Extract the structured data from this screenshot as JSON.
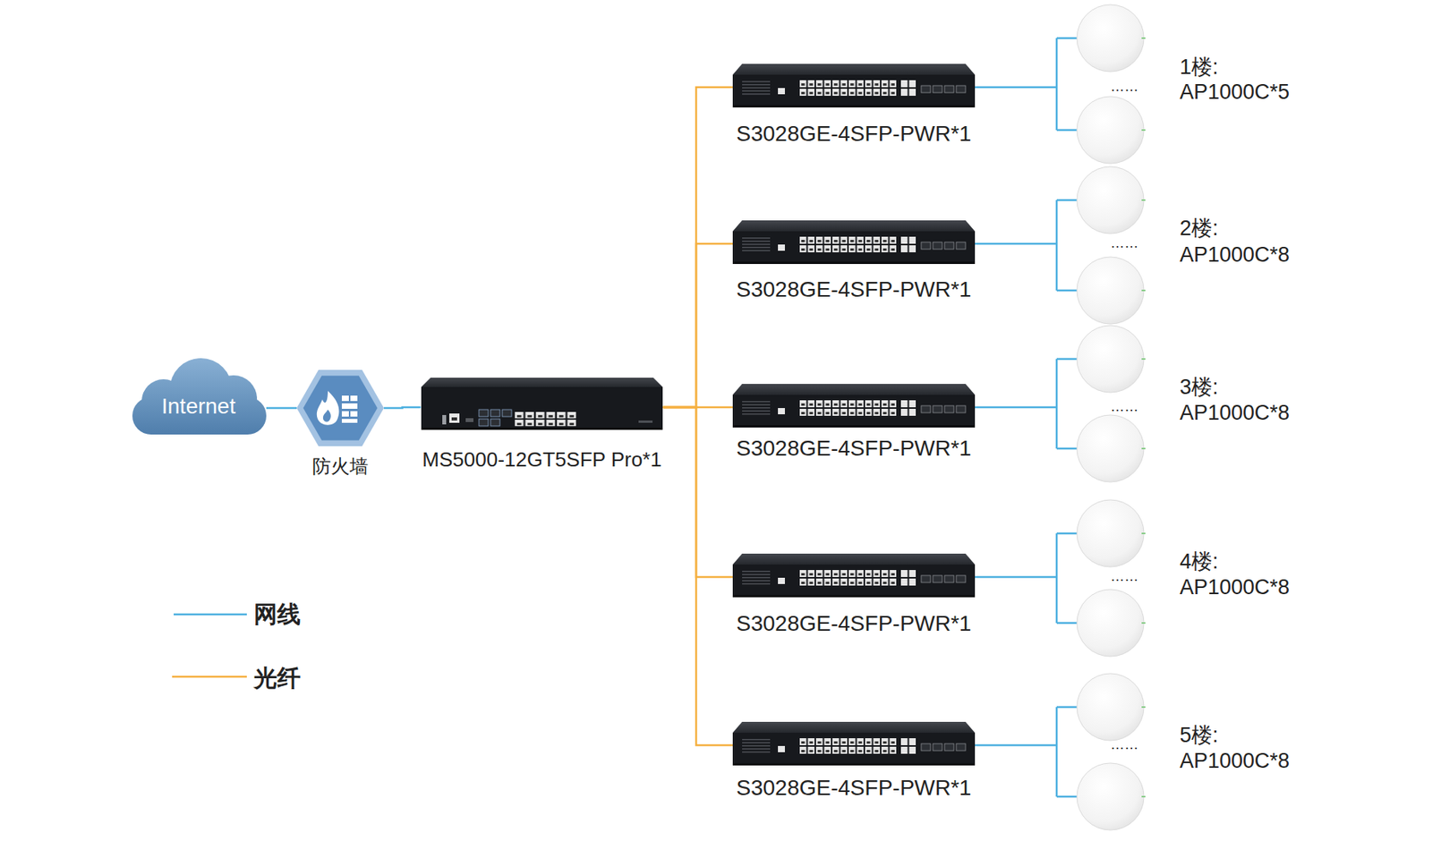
{
  "diagram": {
    "nodes": [
      {
        "text": [
          "Internet"
        ]
      },
      {
        "text": [
          "防火墙"
        ]
      },
      {
        "text": [
          "MS5000-12GT5SFP Pro*1"
        ]
      },
      {
        "text": [
          "S3028GE-4SFP-PWR*1"
        ]
      },
      {
        "text": [
          "S3028GE-4SFP-PWR*1"
        ]
      },
      {
        "text": [
          "S3028GE-4SFP-PWR*1"
        ]
      },
      {
        "text": [
          "S3028GE-4SFP-PWR*1"
        ]
      },
      {
        "text": [
          "S3028GE-4SFP-PWR*1"
        ]
      }
    ],
    "edges": [
      {
        "from": 0,
        "to": 1,
        "arrow": "none"
      },
      {
        "from": 1,
        "to": 2,
        "arrow": "none"
      },
      {
        "from": 2,
        "to": 3,
        "arrow": "none"
      },
      {
        "from": 2,
        "to": 4,
        "arrow": "none"
      },
      {
        "from": 2,
        "to": 5,
        "arrow": "none"
      },
      {
        "from": 2,
        "to": 6,
        "arrow": "none"
      },
      {
        "from": 2,
        "to": 7,
        "arrow": "none"
      }
    ],
    "labels": [
      "1楼:",
      "AP1000C*5",
      "……",
      "2楼:",
      "AP1000C*8",
      "……",
      "3楼:",
      "AP1000C*8",
      "……",
      "4楼:",
      "AP1000C*8",
      "……",
      "5楼:",
      "AP1000C*8",
      "……"
    ],
    "legend": [
      {
        "text": "网线"
      },
      {
        "text": "光纤"
      }
    ]
  }
}
